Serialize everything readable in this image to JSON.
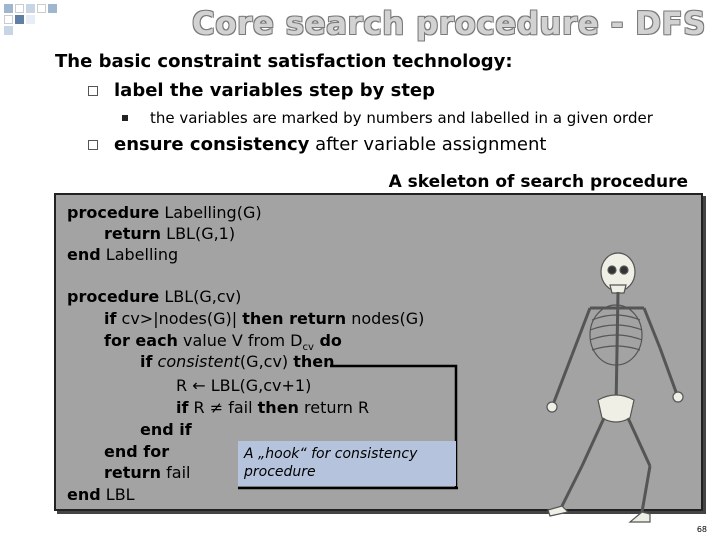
{
  "slide": {
    "title": "Core search procedure - DFS",
    "intro": "The basic constraint satisfaction technology:",
    "bullet1": "label the variables step by step",
    "subbullet1": "the variables are marked by numbers and labelled in a given order",
    "bullet2_bold": "ensure consistency",
    "bullet2_rest": " after variable assignment",
    "skeleton_title": "A skeleton of search procedure",
    "code": {
      "l1_kw": "procedure",
      "l1_rest": " Labelling(G)",
      "l2_kw": "return",
      "l2_rest": " LBL(G,1)",
      "l3_kw": "end",
      "l3_rest": " Labelling",
      "l4_kw": "procedure",
      "l4_rest": " LBL(G,cv)",
      "l5_kw1": "if",
      "l5_mid": " cv>|nodes(G)| ",
      "l5_kw2": "then return",
      "l5_rest": " nodes(G)",
      "l6_kw1": "for each",
      "l6_mid": " value V from D",
      "l6_sub": "cv",
      "l6_kw2": " do",
      "l7_kw1": "if",
      "l7_it": "consistent",
      "l7_mid": "(G,cv) ",
      "l7_kw2": "then",
      "l8": "R ← LBL(G,cv+1)",
      "l9_kw1": "if",
      "l9_mid": " R ≠ fail ",
      "l9_kw2": "then",
      "l9_rest": " return R",
      "l10": "end if",
      "l11": "end for",
      "l12_kw": "return",
      "l12_rest": " fail",
      "l13_kw": "end",
      "l13_rest": " LBL"
    },
    "hook_text": "A „hook“ for consistency procedure",
    "page_number": "68"
  },
  "colors": {
    "panel": "#a3a3a3",
    "hook_box": "#b5c3dc",
    "title_fill": "#d2d2d2"
  }
}
